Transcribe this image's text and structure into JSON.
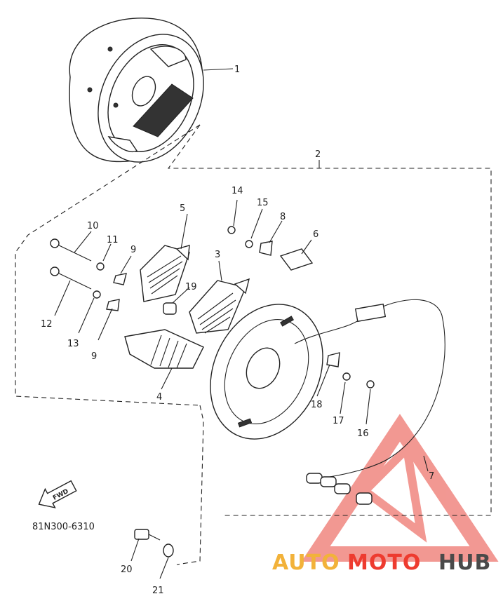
{
  "diagram": {
    "callouts": {
      "c1": "1",
      "c2": "2",
      "c3": "3",
      "c4": "4",
      "c5": "5",
      "c6": "6",
      "c7": "7",
      "c8": "8",
      "c9a": "9",
      "c9b": "9",
      "c10": "10",
      "c11": "11",
      "c12": "12",
      "c13": "13",
      "c14": "14",
      "c15": "15",
      "c16": "16",
      "c17": "17",
      "c18": "18",
      "c19": "19",
      "c20": "20",
      "c21": "21"
    },
    "fwd_label": "FWD",
    "drawing_code": "81N300-6310"
  },
  "watermark": {
    "part1": "AUTO",
    "part2": "MOTO",
    "part3": "HUB",
    "colors": {
      "auto": "#f2b23a",
      "moto": "#ee3b2f",
      "hub": "#4a4a4a",
      "triangle": "#e8443a"
    }
  }
}
